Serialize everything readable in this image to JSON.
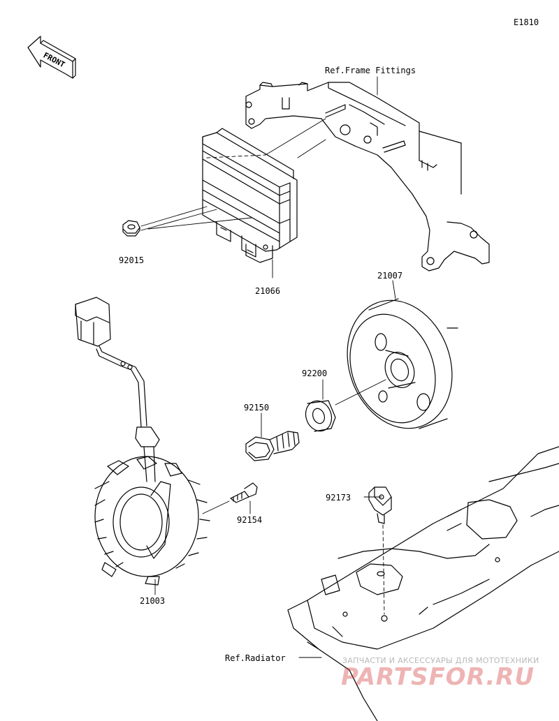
{
  "diagram_code": "E1810",
  "front_label": "FRONT",
  "parts": [
    {
      "id": "92015"
    },
    {
      "id": "21066"
    },
    {
      "id": "21007"
    },
    {
      "id": "92200"
    },
    {
      "id": "92150"
    },
    {
      "id": "92154"
    },
    {
      "id": "92173"
    },
    {
      "id": "21003"
    }
  ],
  "references": {
    "frame_fittings": "Ref.Frame Fittings",
    "radiator": "Ref.Radiator"
  },
  "watermark": {
    "tagline": "ЗАПЧАСТИ И АКСЕССУАРЫ ДЛЯ МОТОТЕХНИКИ",
    "site": "PARTSFOR.RU"
  },
  "colors": {
    "line": "#000000",
    "watermark_red": "#ce2828",
    "watermark_gray": "#b8b8b8"
  }
}
